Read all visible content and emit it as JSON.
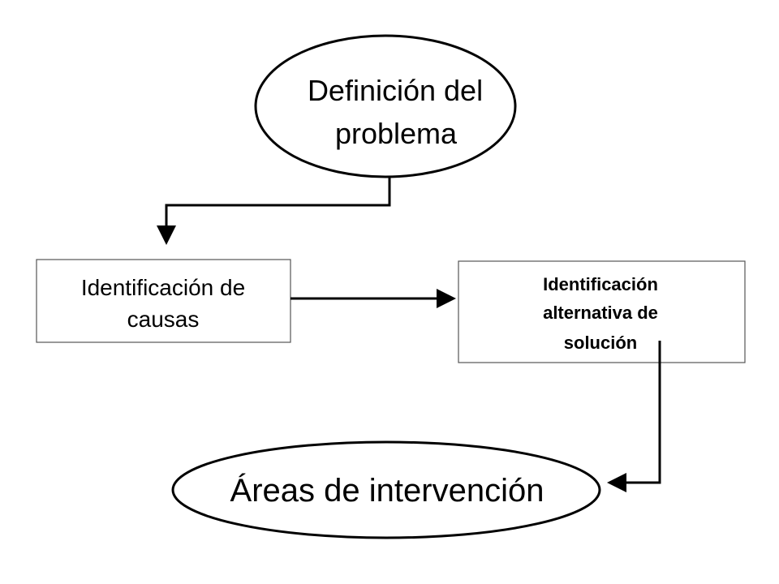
{
  "nodes": {
    "problem_definition": {
      "shape": "ellipse",
      "lines": [
        "Definición del",
        "problema"
      ]
    },
    "cause_identification": {
      "shape": "box",
      "lines": [
        "Identificación de",
        "causas"
      ]
    },
    "alternative_identification": {
      "shape": "box",
      "lines": [
        "Identificación",
        "alternativa de",
        "solución"
      ]
    },
    "intervention_areas": {
      "shape": "ellipse",
      "label": "Áreas de intervención"
    }
  },
  "edges": [
    {
      "from": "problem_definition",
      "to": "cause_identification"
    },
    {
      "from": "cause_identification",
      "to": "alternative_identification"
    },
    {
      "from": "alternative_identification",
      "to": "intervention_areas"
    }
  ],
  "colors": {
    "stroke": "#000000",
    "box_border": "#555555",
    "background": "#ffffff"
  }
}
